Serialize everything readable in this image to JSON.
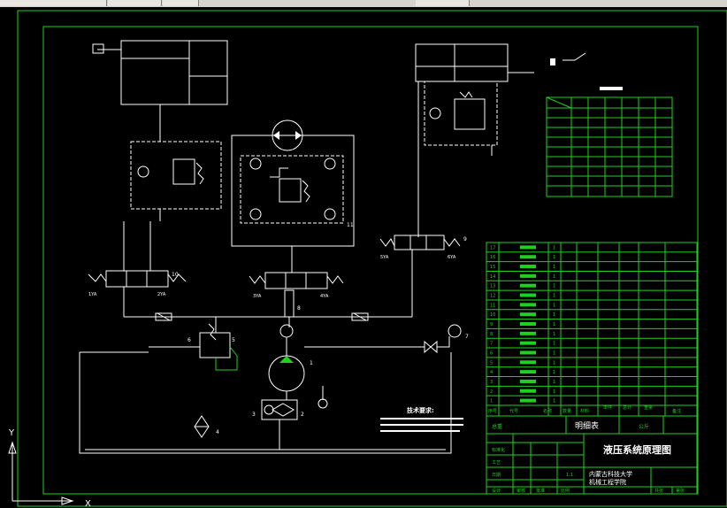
{
  "window": {
    "tab_labels": [
      "",
      "",
      "",
      "",
      ""
    ]
  },
  "title_block": {
    "drawing_title": "液压系统原理图",
    "school_line1": "内蒙古科技大学",
    "school_line2": "机械工程学院",
    "parts_list_title": "明细表",
    "scale_value": "1:1",
    "header_cells": [
      "序号",
      "代号",
      "名称",
      "数量",
      "材料",
      "单件",
      "总计",
      "重量",
      "备注"
    ],
    "total_label": "总重",
    "unit_label": "公斤",
    "footer_labels": [
      "设计",
      "审核",
      "批准",
      "比例",
      "共张",
      "第张"
    ],
    "footer_small": [
      "标准化",
      "工艺",
      "日期"
    ]
  },
  "parts_list": {
    "rows": [
      {
        "no": "17",
        "qty": "1"
      },
      {
        "no": "16",
        "qty": "1"
      },
      {
        "no": "15",
        "qty": "1"
      },
      {
        "no": "14",
        "qty": "1"
      },
      {
        "no": "13",
        "qty": "1"
      },
      {
        "no": "12",
        "qty": "1"
      },
      {
        "no": "11",
        "qty": "1"
      },
      {
        "no": "10",
        "qty": "1"
      },
      {
        "no": "9",
        "qty": "1"
      },
      {
        "no": "8",
        "qty": "1"
      },
      {
        "no": "7",
        "qty": "1"
      },
      {
        "no": "6",
        "qty": "1"
      },
      {
        "no": "5",
        "qty": "1"
      },
      {
        "no": "4",
        "qty": "1"
      },
      {
        "no": "3",
        "qty": "1"
      },
      {
        "no": "2",
        "qty": "1"
      },
      {
        "no": "1",
        "qty": "1"
      }
    ]
  },
  "tech_notes": {
    "title": "技术要求:"
  },
  "component_numbers": [
    "1",
    "2",
    "3",
    "4",
    "5",
    "6",
    "7",
    "8",
    "9",
    "10",
    "11"
  ],
  "valve_labels": [
    "1YA",
    "2YA",
    "3YA",
    "4YA",
    "5YA",
    "6YA"
  ],
  "ucs": {
    "y_label": "Y",
    "x_label": "X"
  },
  "colors": {
    "background": "#000000",
    "frame": "#1fd11f",
    "lines": "#ffffff"
  }
}
